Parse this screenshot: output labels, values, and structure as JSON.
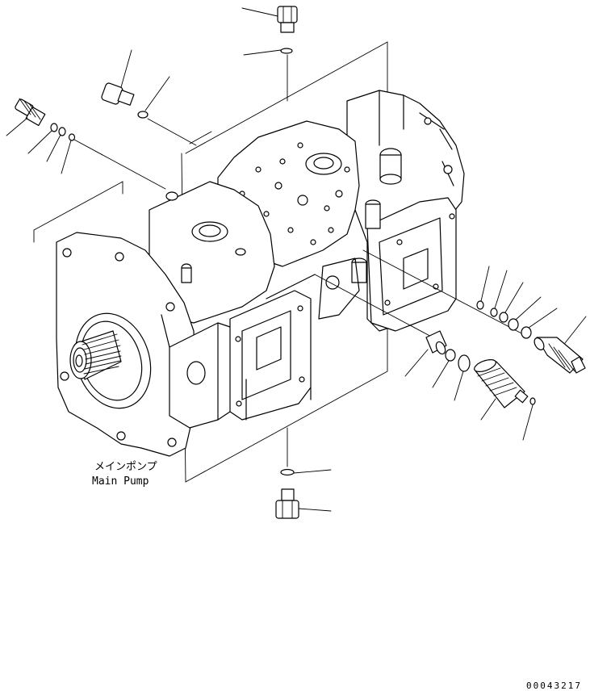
{
  "diagram": {
    "part_label_jp": "メインポンプ",
    "part_label_en": "Main Pump",
    "drawing_number": "00043217"
  }
}
